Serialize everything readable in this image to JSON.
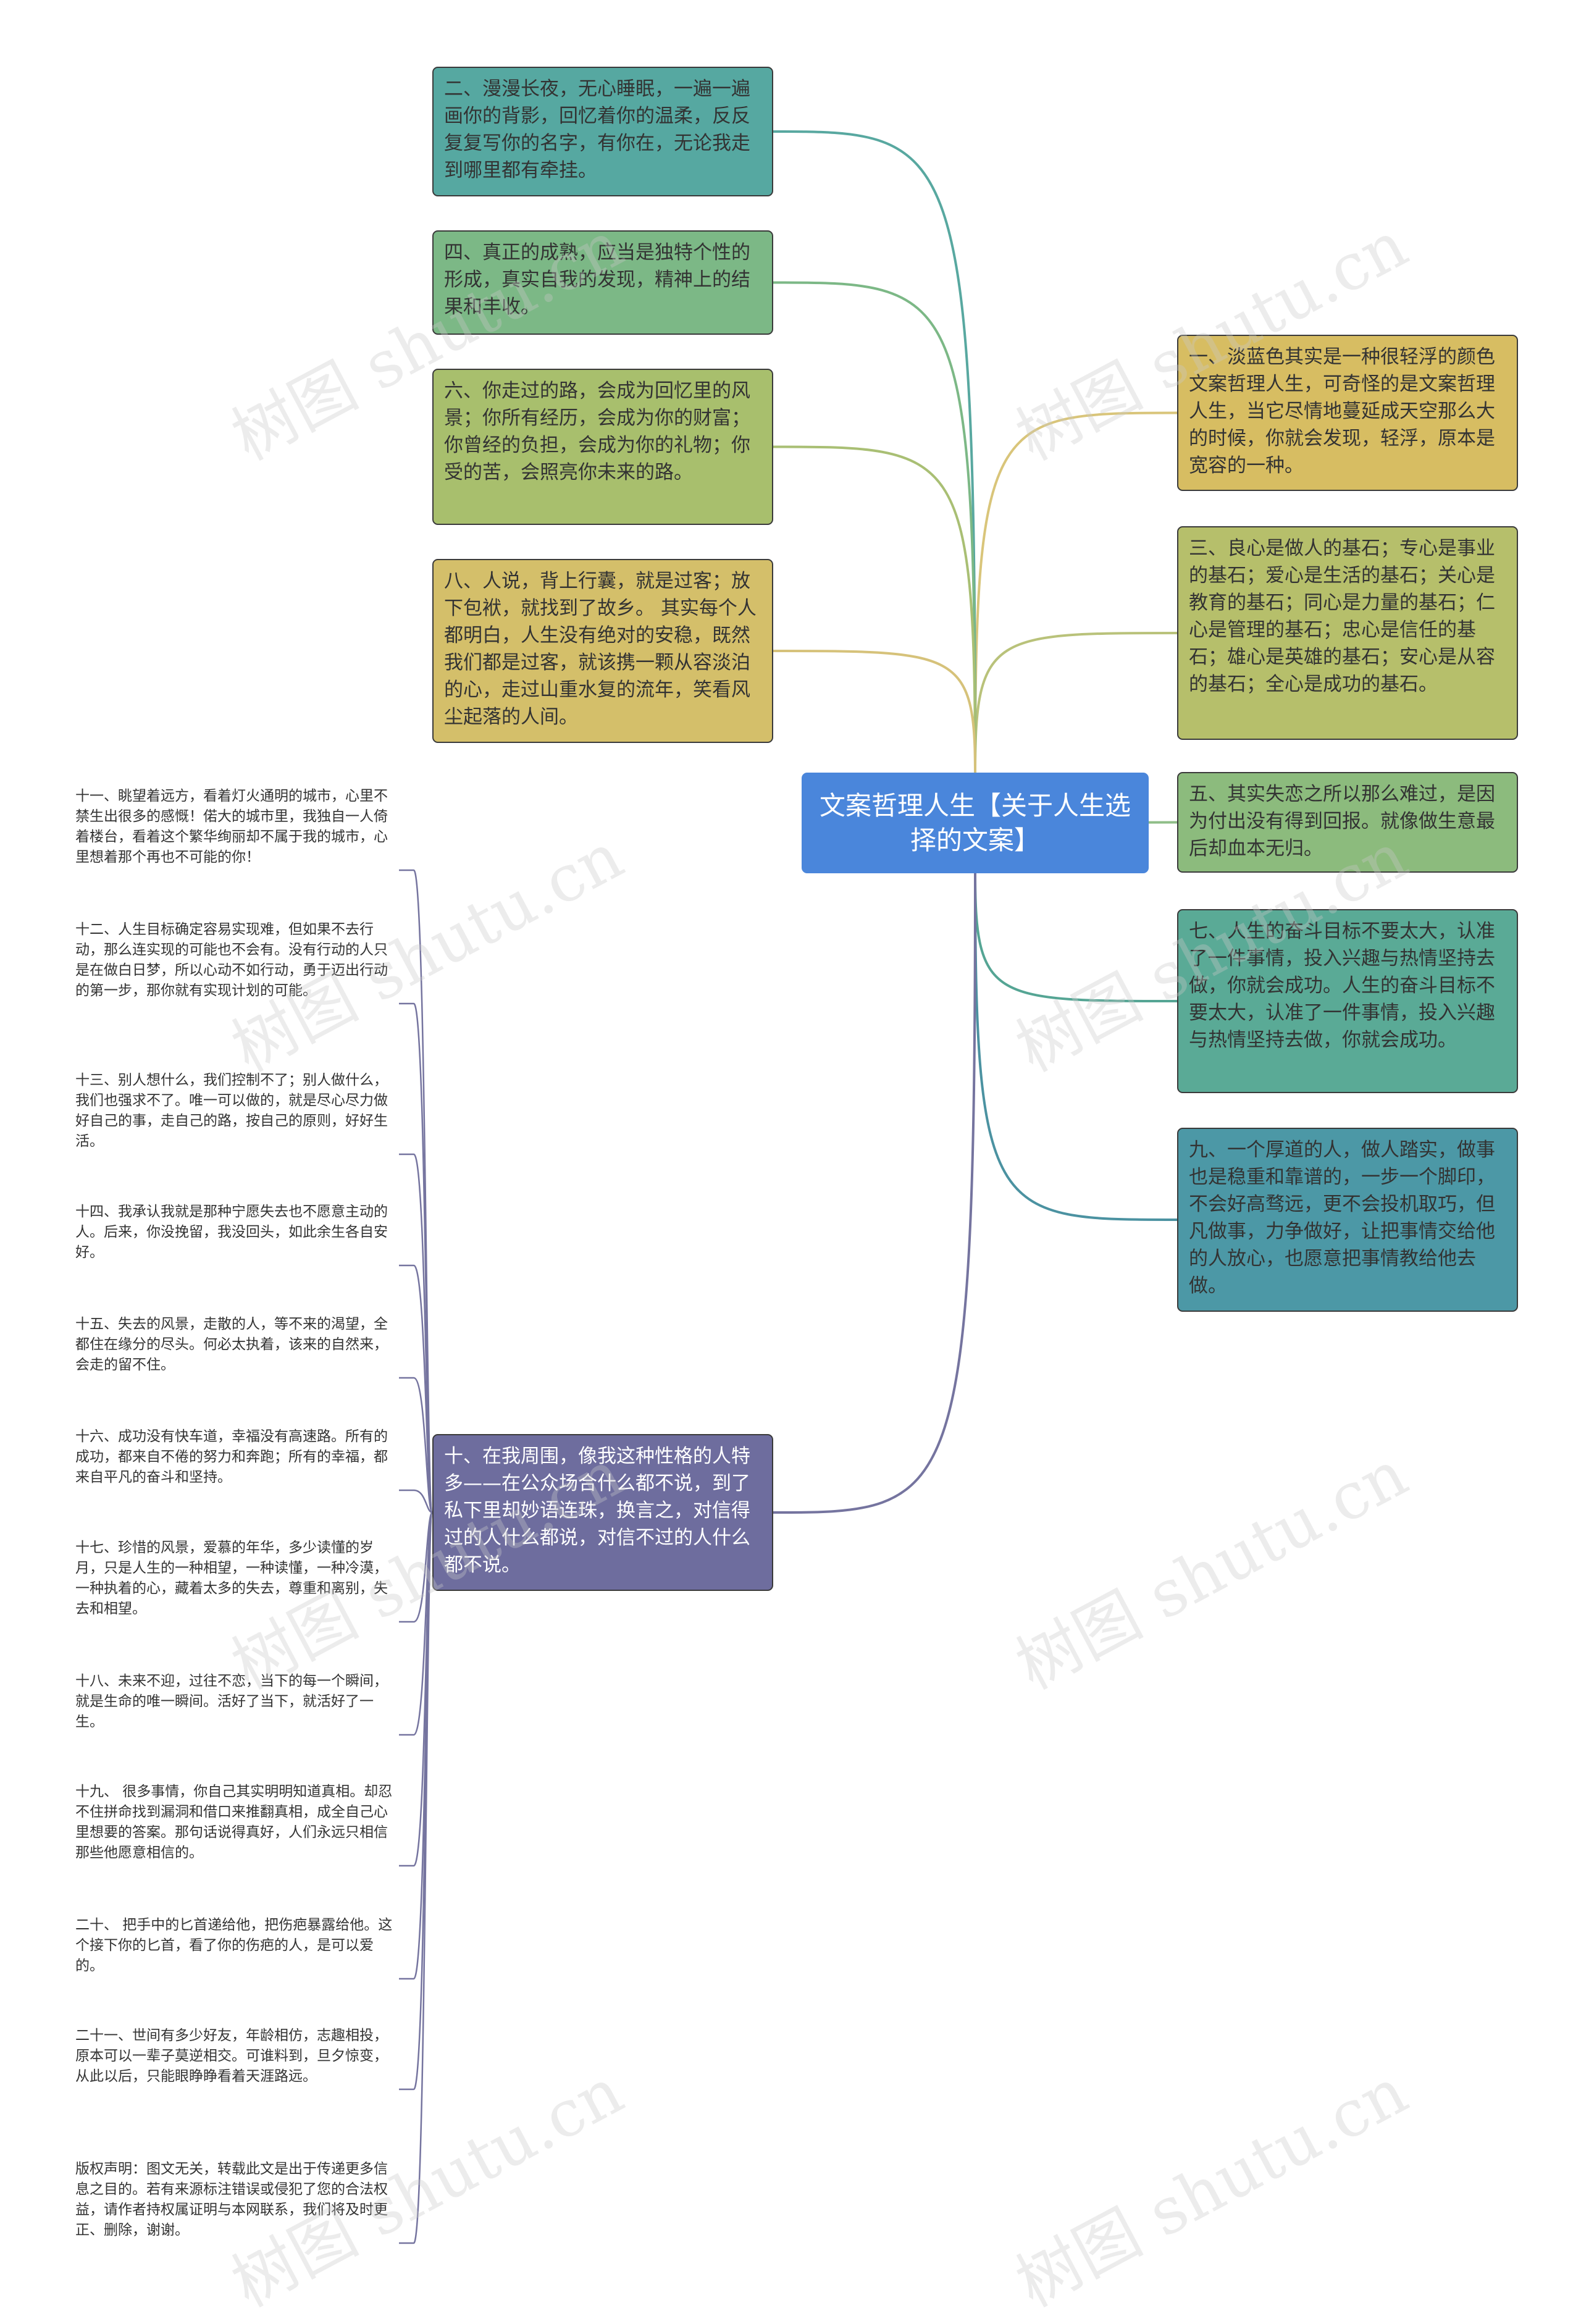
{
  "root": {
    "label": "文案哲理人生【关于人生选择的文案】",
    "color": "#4a86db"
  },
  "right_nodes": [
    {
      "text": "一、淡蓝色其实是一种很轻浮的颜色文案哲理人生，可奇怪的是文案哲理人生，当它尽情地蔓延成天空那么大的时候，你就会发现，轻浮，原本是宽容的一种。",
      "color": "#d7bd62",
      "line": "#d9c57a"
    },
    {
      "text": "三、良心是做人的基石；专心是事业的基石；爱心是生活的基石；关心是教育的基石；同心是力量的基石；仁心是管理的基石；忠心是信任的基石；雄心是英雄的基石；安心是从容的基石；全心是成功的基石。",
      "color": "#b6bf6b",
      "line": "#b9c27a"
    },
    {
      "text": "五、其实失恋之所以那么难过，是因为付出没有得到回报。就像做生意最后却血本无归。",
      "color": "#8cbb7d",
      "line": "#8fbe88"
    },
    {
      "text": "七、人生的奋斗目标不要太大，认准了一件事情，投入兴趣与热情坚持去做，你就会成功。人生的奋斗目标不要太大，认准了一件事情，投入兴趣与热情坚持去做，你就会成功。",
      "color": "#5aaa96",
      "line": "#55a594"
    },
    {
      "text": "九、一个厚道的人，做人踏实，做事也是稳重和靠谱的，一步一个脚印，不会好高骛远，更不会投机取巧，但凡做事，力争做好，让把事情交给他的人放心，也愿意把事情教给他去做。",
      "color": "#4c98a6",
      "line": "#4b92a1"
    }
  ],
  "left_nodes": [
    {
      "text": "二、漫漫长夜，无心睡眠，一遍一遍画你的背影，回忆着你的温柔，反反复复写你的名字，有你在，无论我走到哪里都有牵挂。",
      "color": "#56a8a1",
      "line": "#58a8a0"
    },
    {
      "text": "四、真正的成熟，应当是独特个性的形成，真实自我的发现，精神上的结果和丰收。",
      "color": "#7cb886",
      "line": "#7cb886"
    },
    {
      "text": "六、你走过的路，会成为回忆里的风景；你所有经历，会成为你的财富；你曾经的负担，会成为你的礼物；你受的苦，会照亮你未来的路。",
      "color": "#a8bf6d",
      "line": "#a9bf74"
    },
    {
      "text": "八、人说，背上行囊，就是过客；放下包袱，就找到了故乡。 其实每个人都明白，人生没有绝对的安稳，既然我们都是过客，就该携一颗从容淡泊的心，走过山重水复的流年，笑看风尘起落的人间。",
      "color": "#d4bf6a",
      "line": "#d6c27a"
    },
    {
      "text": "十、在我周围，像我这种性格的人特多——在公众场合什么都不说，到了私下里却妙语连珠，换言之，对信得过的人什么都说，对信不过的人什么都不说。",
      "color": "#6e6d9e",
      "line": "#75749f"
    }
  ],
  "leaves": [
    "十一、眺望着远方，看着灯火通明的城市，心里不禁生出很多的感慨！偌大的城市里，我独自一人倚着楼台，看着这个繁华绚丽却不属于我的城市，心里想着那个再也不可能的你！",
    "十二、人生目标确定容易实现难，但如果不去行动，那么连实现的可能也不会有。没有行动的人只是在做白日梦，所以心动不如行动，勇于迈出行动的第一步，那你就有实现计划的可能。",
    "十三、别人想什么，我们控制不了；别人做什么，我们也强求不了。唯一可以做的，就是尽心尽力做好自己的事，走自己的路，按自己的原则，好好生活。",
    "十四、我承认我就是那种宁愿失去也不愿意主动的人。后来，你没挽留，我没回头，如此余生各自安好。",
    "十五、失去的风景，走散的人，等不来的渴望，全都住在缘分的尽头。何必太执着，该来的自然来，会走的留不住。",
    "十六、成功没有快车道，幸福没有高速路。所有的成功，都来自不倦的努力和奔跑；所有的幸福，都来自平凡的奋斗和坚持。",
    "十七、珍惜的风景，爱慕的年华，多少读懂的岁月，只是人生的一种相望，一种读懂，一种冷漠，一种执着的心，藏着太多的失去，尊重和离别，失去和相望。",
    "十八、未来不迎，过往不恋，当下的每一个瞬间，就是生命的唯一瞬间。活好了当下，就活好了一生。",
    "十九、 很多事情，你自己其实明明知道真相。却忍不住拼命找到漏洞和借口来推翻真相，成全自己心里想要的答案。那句话说得真好，人们永远只相信那些他愿意相信的。",
    "二十、 把手中的匕首递给他，把伤疤暴露给他。这个接下你的匕首，看了你的伤疤的人，是可以爱的。",
    "二十一、世间有多少好友，年龄相仿，志趣相投，原本可以一辈子莫逆相交。可谁料到，旦夕惊变，从此以后，只能眼睁睁看着天涯路远。",
    "版权声明：图文无关，转载此文是出于传递更多信息之目的。若有来源标注错误或侵犯了您的合法权益，请作者持权属证明与本网联系，我们将及时更正、删除，谢谢。"
  ],
  "leaf_line_color": "#75749f",
  "watermark": "树图 shutu.cn"
}
